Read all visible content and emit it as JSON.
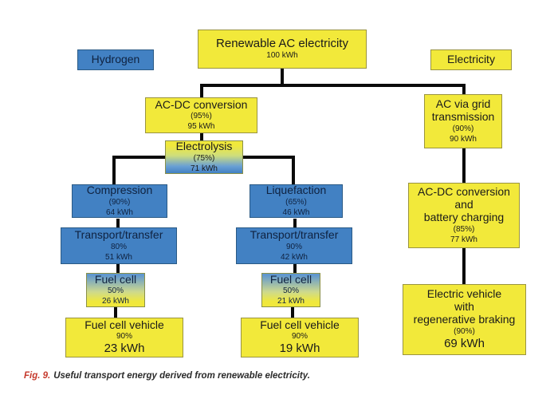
{
  "figure": {
    "caption_label": "Fig. 9.",
    "caption_text": "Useful transport energy derived from renewable electricity."
  },
  "legend": {
    "hydrogen": "Hydrogen",
    "electricity": "Electricity"
  },
  "nodes": {
    "renewable": {
      "title": "Renewable AC electricity",
      "value": "100 kWh"
    },
    "acdc": {
      "title": "AC-DC conversion",
      "pct": "(95%)",
      "value": "95 kWh"
    },
    "electrolysis": {
      "title": "Electrolysis",
      "pct": "(75%)",
      "value": "71 kWh"
    },
    "compression": {
      "title": "Compression",
      "pct": "(90%)",
      "value": "64 kWh"
    },
    "liquefaction": {
      "title": "Liquefaction",
      "pct": "(65%)",
      "value": "46 kWh"
    },
    "transport_compressed": {
      "title": "Transport/transfer",
      "pct": "80%",
      "value": "51 kWh"
    },
    "transport_liquefied": {
      "title": "Transport/transfer",
      "pct": "90%",
      "value": "42 kWh"
    },
    "fuel_cell_compressed": {
      "title": "Fuel cell",
      "pct": "50%",
      "value": "26 kWh"
    },
    "fuel_cell_liquefied": {
      "title": "Fuel cell",
      "pct": "50%",
      "value": "21 kWh"
    },
    "fcv_compressed": {
      "title": "Fuel cell vehicle",
      "pct": "90%",
      "value": "23 kWh"
    },
    "fcv_liquefied": {
      "title": "Fuel cell vehicle",
      "pct": "90%",
      "value": "19 kWh"
    },
    "grid": {
      "title": [
        "AC via grid",
        "transmission"
      ],
      "pct": "(90%)",
      "value": "90 kWh"
    },
    "battery": {
      "title": [
        "AC-DC conversion",
        "and",
        "battery charging"
      ],
      "pct": "(85%)",
      "value": "77 kWh"
    },
    "ev": {
      "title": [
        "Electric vehicle",
        "with",
        "regenerative braking"
      ],
      "pct": "(90%)",
      "value": "69 kWh"
    }
  },
  "colors": {
    "yellow_box": "#f2e93a",
    "blue_box": "#4281c3",
    "connector_line": "#0a0a0a",
    "caption_label_red": "#c5392c"
  }
}
